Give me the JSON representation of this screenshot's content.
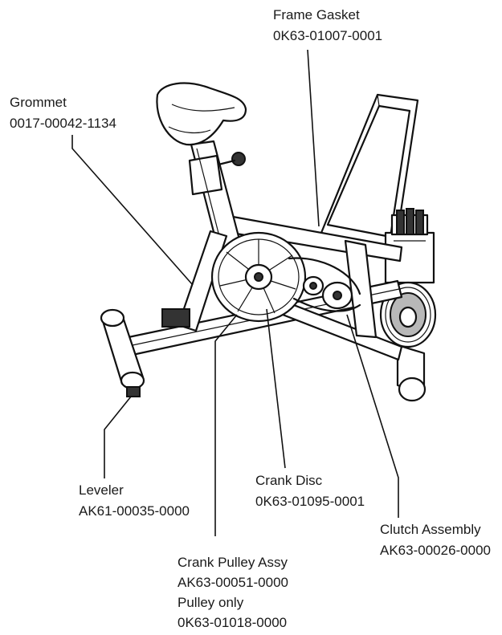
{
  "callouts": [
    {
      "id": "frame-gasket",
      "name": "Frame Gasket",
      "part": "0K63-01007-0001"
    },
    {
      "id": "grommet",
      "name": "Grommet",
      "part": "0017-00042-1134"
    },
    {
      "id": "leveler",
      "name": "Leveler",
      "part": "AK61-00035-0000"
    },
    {
      "id": "crank-disc",
      "name": "Crank Disc",
      "part": "0K63-01095-0001"
    },
    {
      "id": "clutch-assembly",
      "name": "Clutch Assembly",
      "part": "AK63-00026-0000"
    },
    {
      "id": "crank-pulley",
      "name": "Crank Pulley Assy",
      "part": "AK63-00051-0000",
      "extra_name": "Pulley only",
      "extra_part": "0K63-01018-0000"
    }
  ]
}
